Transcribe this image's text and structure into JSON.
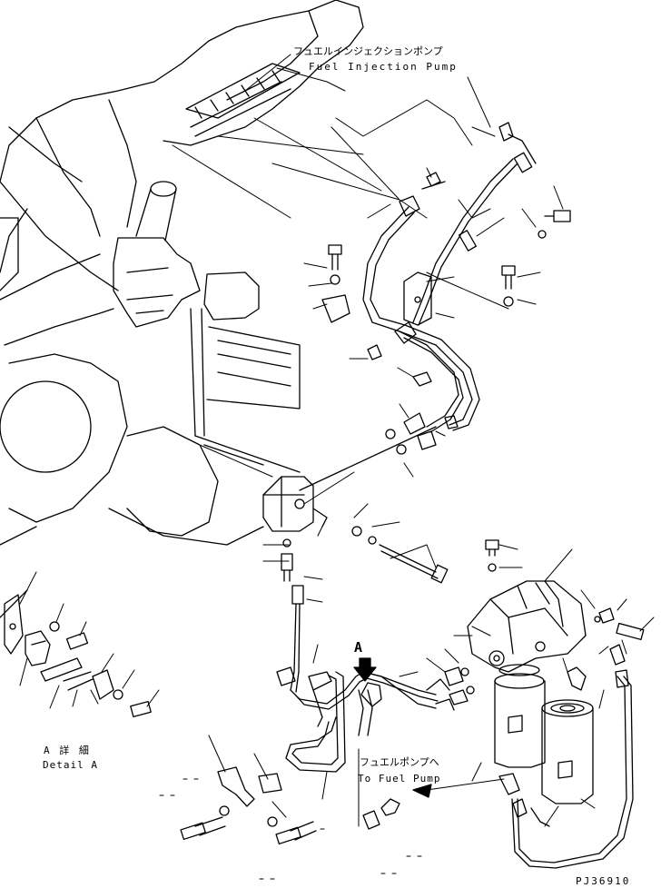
{
  "labels": {
    "fuel_injection_pump_jp": "フュエルインジェクションポンプ",
    "fuel_injection_pump_en": "Fuel Injection Pump",
    "to_fuel_pump_jp": "フュエルポンプへ",
    "to_fuel_pump_en": "To Fuel Pump",
    "detail_a_jp": "A 詳 細",
    "detail_a_en": "Detail A",
    "arrow_letter": "A",
    "drawing_number": "PJ36910"
  },
  "colors": {
    "line": "#000000",
    "background": "#ffffff"
  }
}
